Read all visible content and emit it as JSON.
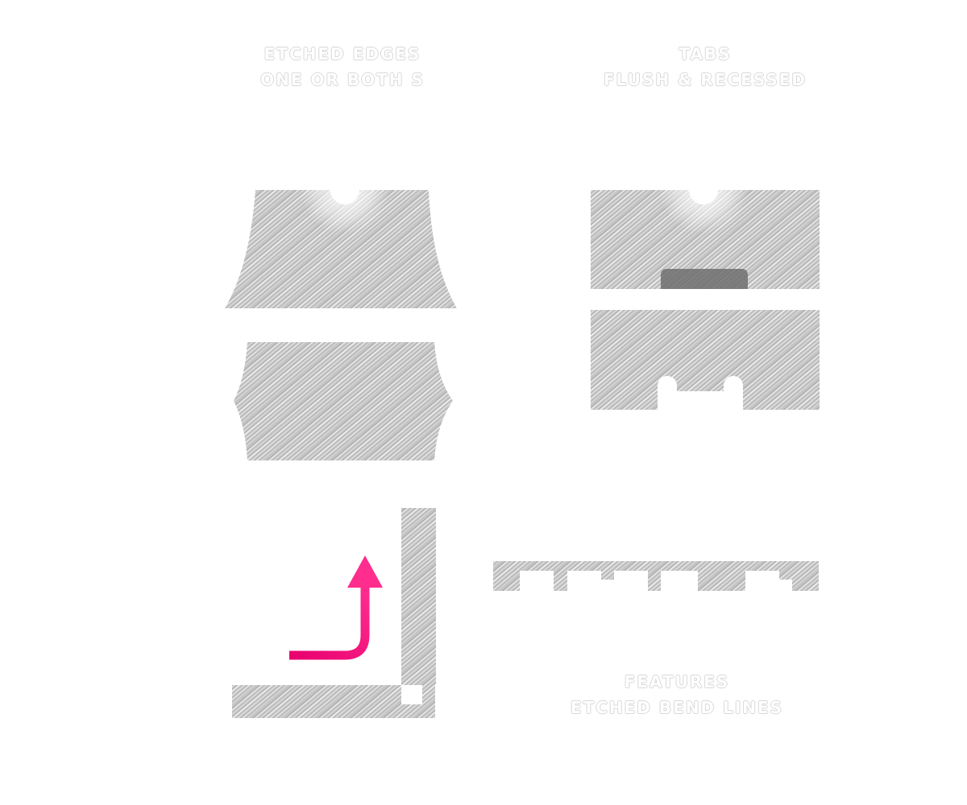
{
  "captions": {
    "etched_edges": {
      "line1": "ETCHED EDGES",
      "line2": "ONE OR BOTH S"
    },
    "tabs": {
      "line1": "TABS",
      "line2": "FLUSH & RECESSED"
    },
    "bend_lines": {
      "line1": "FEATURES",
      "line2": "ETCHED BEND LINES"
    }
  },
  "colors": {
    "metal_light": "#f2f2f2",
    "metal_dark": "#8a8a8a",
    "recessed_tab": "#6e6e6e",
    "bend_arrow_start": "#e8006f",
    "bend_arrow_end": "#ff2d8e",
    "caption_text": "#ffffff"
  },
  "icons": {
    "bend_arrow": "bend-up-arrow-icon"
  }
}
